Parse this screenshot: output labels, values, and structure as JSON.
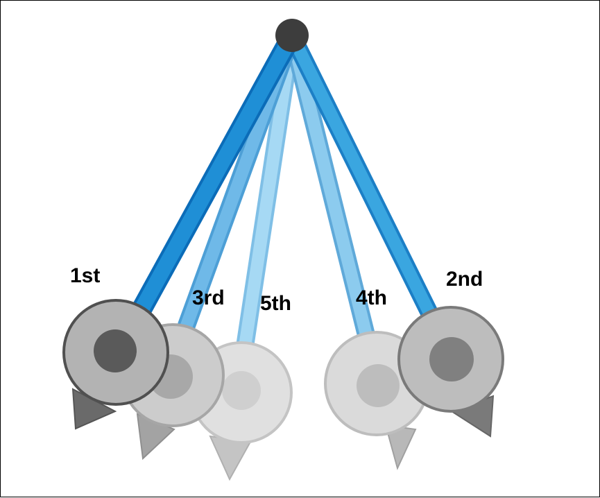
{
  "labels": {
    "first": "1st",
    "second": "2nd",
    "third": "3rd",
    "fourth": "4th",
    "fifth": "5th"
  },
  "colors": {
    "pivot": "#3d3d3d",
    "rod_first": "#1f8fd6",
    "rod_second": "#3aa6e0",
    "rod_third": "#6fb9e8",
    "rod_fourth": "#8ccbee",
    "rod_fifth": "#a6d9f4",
    "bob_first": "#b3b3b3",
    "bob_second": "#bdbdbd",
    "bob_third": "#cccccc",
    "bob_fourth": "#d9d9d9",
    "bob_fifth": "#e0e0e0"
  }
}
